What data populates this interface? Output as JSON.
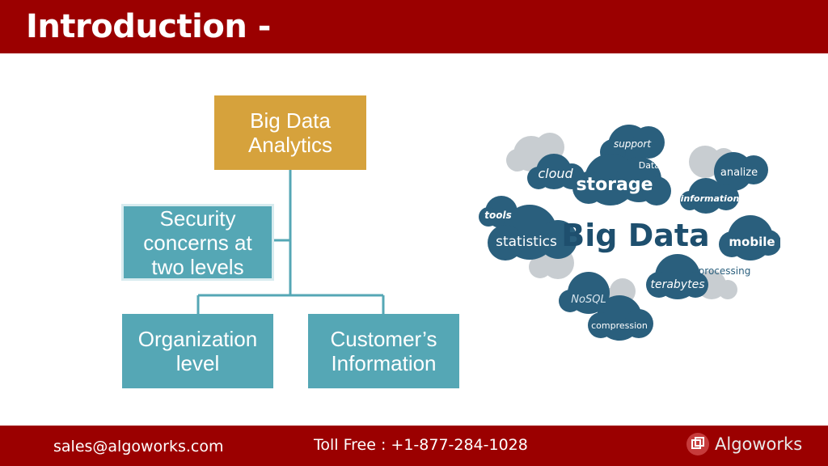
{
  "header": {
    "title": "Introduction -"
  },
  "diagram": {
    "root": "Big Data\nAnalytics",
    "security": "Security\nconcerns at\ntwo levels",
    "org_level": "Organization\nlevel",
    "customer_info": "Customer’s\nInformation"
  },
  "graphic": {
    "headline": "Big Data",
    "words": [
      "support",
      "Database",
      "cloud",
      "storage",
      "analize",
      "information",
      "tools",
      "statistics",
      "mobile",
      "processing",
      "terabytes",
      "NoSQL",
      "compression"
    ]
  },
  "footer": {
    "email": "sales@algoworks.com",
    "phone": "Toll Free : +1-877-284-1028",
    "logo_text": "Algoworks"
  },
  "colors": {
    "header_bg": "#9b0000",
    "root_box": "#d6a23c",
    "child_box": "#55a7b5",
    "cloud_dark": "#2a5f7d",
    "cloud_gray": "#c8cdd1"
  }
}
